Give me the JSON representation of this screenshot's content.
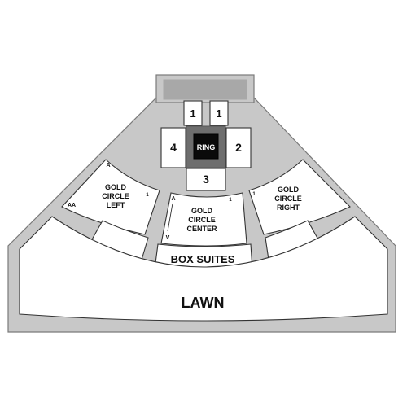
{
  "sections": {
    "floor_front_left": "1",
    "floor_front_right": "1",
    "floor_left": "4",
    "floor_right": "2",
    "floor_back": "3",
    "ring": "RING",
    "gold_left": {
      "line1": "GOLD",
      "line2": "CIRCLE",
      "line3": "LEFT"
    },
    "gold_center": {
      "line1": "GOLD",
      "line2": "CIRCLE",
      "line3": "CENTER"
    },
    "gold_right": {
      "line1": "GOLD",
      "line2": "CIRCLE",
      "line3": "RIGHT"
    },
    "box_suites": "BOX SUITES",
    "lawn": "LAWN"
  },
  "row_markers": {
    "gold_left_first_row": "A",
    "gold_left_last_row": "AA",
    "gold_left_seat": "1",
    "gold_center_first_row": "A",
    "gold_center_last_row": "V",
    "gold_center_seat": "1",
    "gold_right_seat": "1"
  },
  "colors": {
    "floor": "#c8c8c8",
    "screen": "#a8a8a8",
    "ring": "#0a0a0a",
    "ring_surround": "#6e6e6e",
    "section_fill": "#ffffff",
    "section_stroke": "#333333"
  }
}
